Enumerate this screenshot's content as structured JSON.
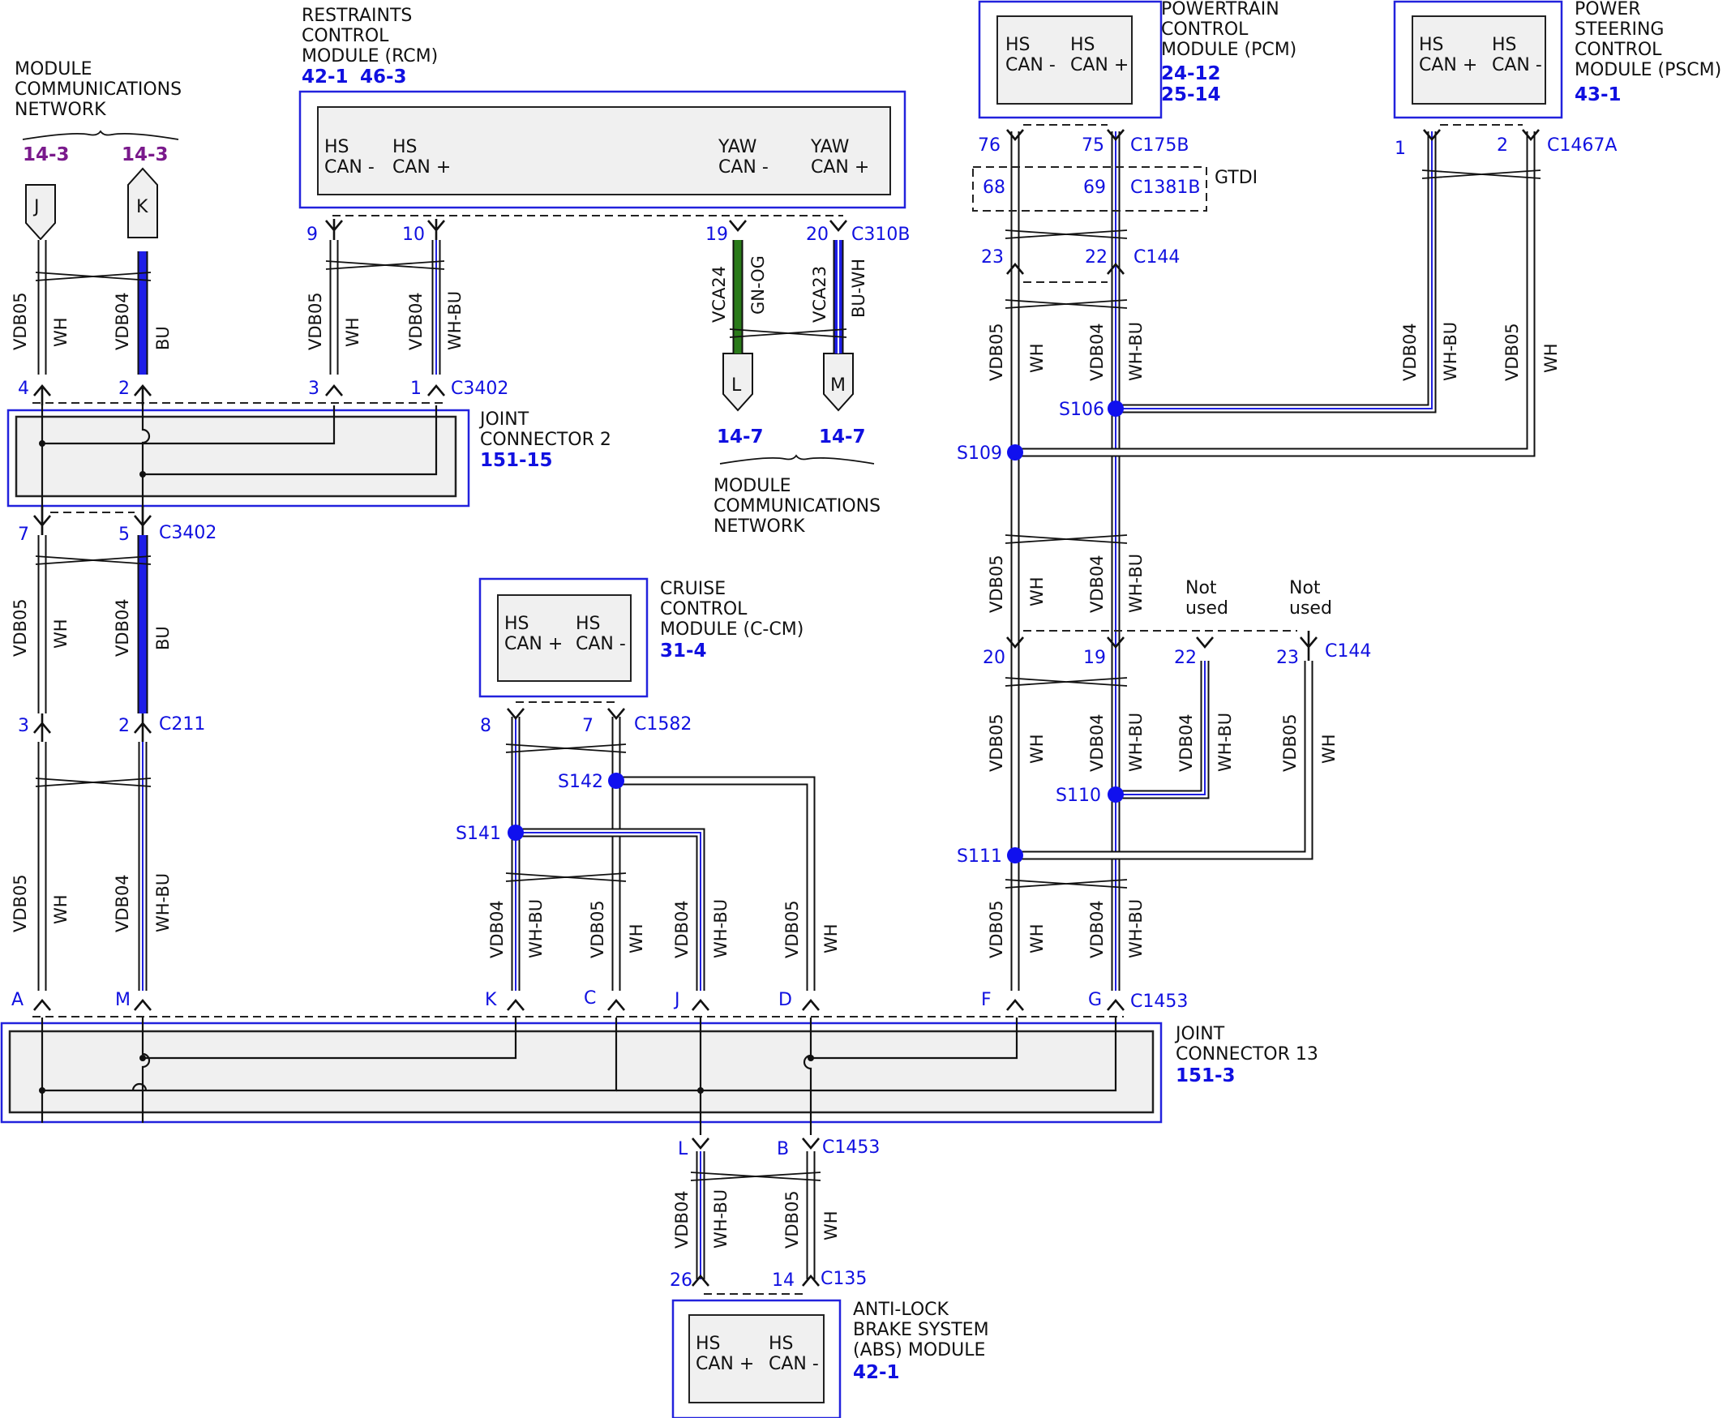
{
  "modules": {
    "mcn_top": {
      "label": [
        "MODULE",
        "COMMUNICATIONS",
        "NETWORK"
      ],
      "refs": [
        "14-3",
        "14-3"
      ],
      "connectors": [
        "J",
        "K"
      ]
    },
    "rcm": {
      "label": [
        "RESTRAINTS",
        "CONTROL",
        "MODULE (RCM)"
      ],
      "refs": [
        "42-1",
        "46-3"
      ],
      "pins": [
        [
          "HS",
          "CAN -"
        ],
        [
          "HS",
          "CAN +"
        ],
        [
          "YAW",
          "CAN -"
        ],
        [
          "YAW",
          "CAN +"
        ]
      ]
    },
    "pcm": {
      "label": [
        "POWERTRAIN",
        "CONTROL",
        "MODULE (PCM)"
      ],
      "refs": [
        "24-12",
        "25-14"
      ],
      "pins": [
        [
          "HS",
          "CAN -"
        ],
        [
          "HS",
          "CAN +"
        ]
      ]
    },
    "pscm": {
      "label": [
        "POWER",
        "STEERING",
        "CONTROL",
        "MODULE (PSCM)"
      ],
      "refs": [
        "43-1"
      ],
      "pins": [
        [
          "HS",
          "CAN +"
        ],
        [
          "HS",
          "CAN -"
        ]
      ]
    },
    "ccm": {
      "label": [
        "CRUISE",
        "CONTROL",
        "MODULE (C-CM)"
      ],
      "refs": [
        "31-4"
      ],
      "pins": [
        [
          "HS",
          "CAN +"
        ],
        [
          "HS",
          "CAN -"
        ]
      ]
    },
    "abs": {
      "label": [
        "ANTI-LOCK",
        "BRAKE SYSTEM",
        "(ABS) MODULE"
      ],
      "refs": [
        "42-1"
      ],
      "pins": [
        [
          "HS",
          "CAN +"
        ],
        [
          "HS",
          "CAN -"
        ]
      ]
    },
    "jc2": {
      "label": [
        "JOINT",
        "CONNECTOR 2"
      ],
      "refs": [
        "151-15"
      ]
    },
    "jc13": {
      "label": [
        "JOINT",
        "CONNECTOR 13"
      ],
      "refs": [
        "151-3"
      ]
    },
    "mcn_mid": {
      "label": [
        "MODULE",
        "COMMUNICATIONS",
        "NETWORK"
      ],
      "refs": [
        "14-7",
        "14-7"
      ],
      "connectors": [
        "L",
        "M"
      ]
    }
  },
  "wires": {
    "vdb05": "VDB05",
    "vdb04": "VDB04",
    "vca24": "VCA24",
    "vca23": "VCA23",
    "wh": "WH",
    "bu": "BU",
    "whbu": "WH-BU",
    "gnog": "GN-OG",
    "buwh": "BU-WH"
  },
  "pins": {
    "p9": "9",
    "p10": "10",
    "p19": "19",
    "p20": "20",
    "c310b": "C310B",
    "p4": "4",
    "p2": "2",
    "p3": "3",
    "p1": "1",
    "c3402": "C3402",
    "p7": "7",
    "p5": "5",
    "p3b": "3",
    "p2b": "2",
    "c211": "C211",
    "p76": "76",
    "p75": "75",
    "c175b": "C175B",
    "p68": "68",
    "p69": "69",
    "c1381b": "C1381B",
    "gtdi": "GTDI",
    "p23": "23",
    "p22": "22",
    "c144": "C144",
    "pscm1": "1",
    "pscm2": "2",
    "c1467a": "C1467A",
    "p20b": "20",
    "p19b": "19",
    "p22b": "22",
    "p23b": "23",
    "p8": "8",
    "p7b": "7",
    "c1582": "C1582",
    "pA": "A",
    "pM": "M",
    "pK": "K",
    "pC": "C",
    "pJ": "J",
    "pD": "D",
    "pF": "F",
    "pG": "G",
    "c1453": "C1453",
    "pL": "L",
    "pB": "B",
    "p26": "26",
    "p14": "14",
    "c135": "C135"
  },
  "splices": {
    "s106": "S106",
    "s109": "S109",
    "s110": "S110",
    "s111": "S111",
    "s141": "S141",
    "s142": "S142"
  },
  "notes": {
    "not": "Not",
    "used": "used"
  }
}
